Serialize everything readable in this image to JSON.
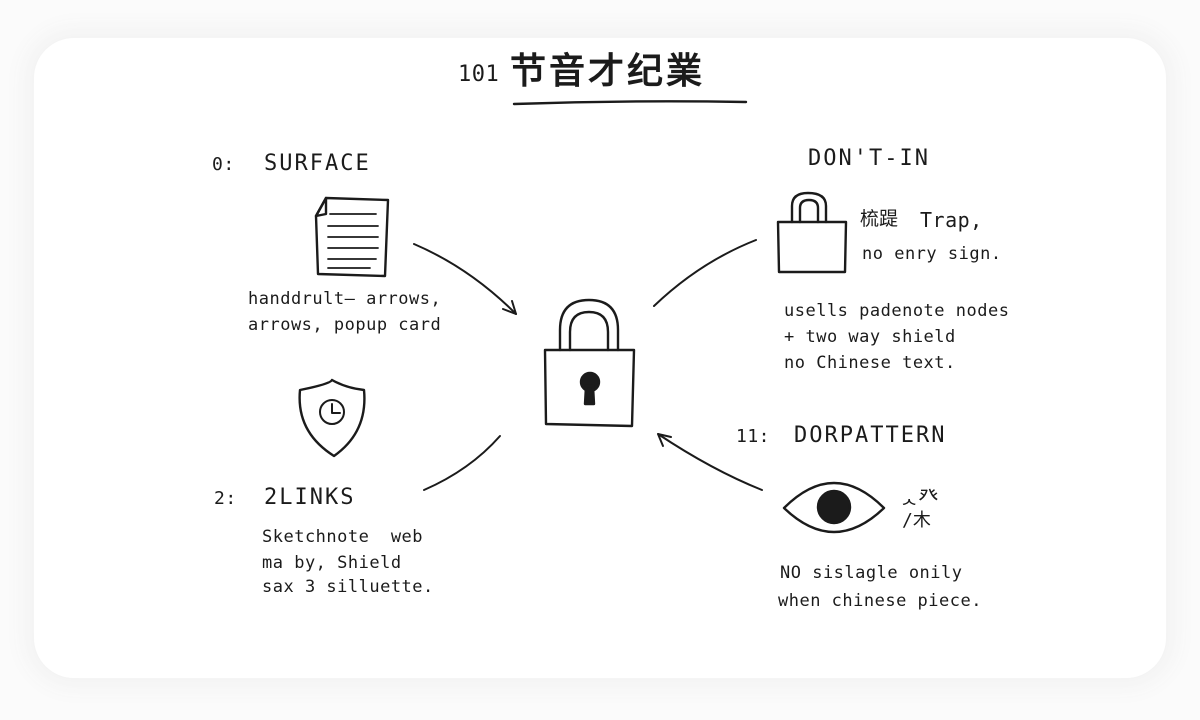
{
  "title": {
    "number": "101",
    "text": "节音才纪業"
  },
  "sections": {
    "surface": {
      "number": "0:",
      "heading": "SURFACE",
      "caption": [
        "handdrult– arrows,",
        "arrows, popup card"
      ]
    },
    "links": {
      "number": "2:",
      "heading": "2LINKS",
      "caption": [
        "Sketchnote  web",
        "ma by, Shield",
        "sax 3 silluette."
      ]
    },
    "dont_in": {
      "heading": "DON'T-IN",
      "cjk": "梳踶",
      "lines": [
        "Trap,",
        "no enry sign."
      ],
      "caption": [
        "usells padenote nodes",
        "+ two way shield",
        "no Chinese text."
      ]
    },
    "dorpattern": {
      "number": "11:",
      "heading": "DORPATTERN",
      "glyph": [
        "ᆺ癶",
        "/木"
      ],
      "caption": [
        "NO sislagle onily",
        "when chinese piece."
      ]
    }
  },
  "icons": [
    "document-icon",
    "shield-clock-icon",
    "padlock-icon",
    "bag-padlock-icon",
    "eye-icon"
  ]
}
